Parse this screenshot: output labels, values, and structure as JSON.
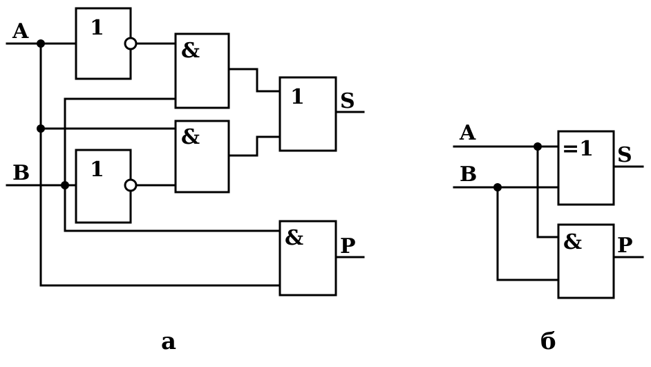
{
  "diagram_a": {
    "inputs": {
      "a": "A",
      "b": "B"
    },
    "gates": {
      "not_top": "1",
      "and_top": "&",
      "or_sum": "1",
      "and_mid": "&",
      "not_bottom": "1",
      "and_carry": "&"
    },
    "outputs": {
      "s": "S",
      "p": "P"
    },
    "caption": "а"
  },
  "diagram_b": {
    "inputs": {
      "a": "A",
      "b": "B"
    },
    "gates": {
      "xor": "=1",
      "and": "&"
    },
    "outputs": {
      "s": "S",
      "p": "P"
    },
    "caption": "б"
  },
  "colors": {
    "ink": "#000000",
    "background": "#ffffff"
  }
}
